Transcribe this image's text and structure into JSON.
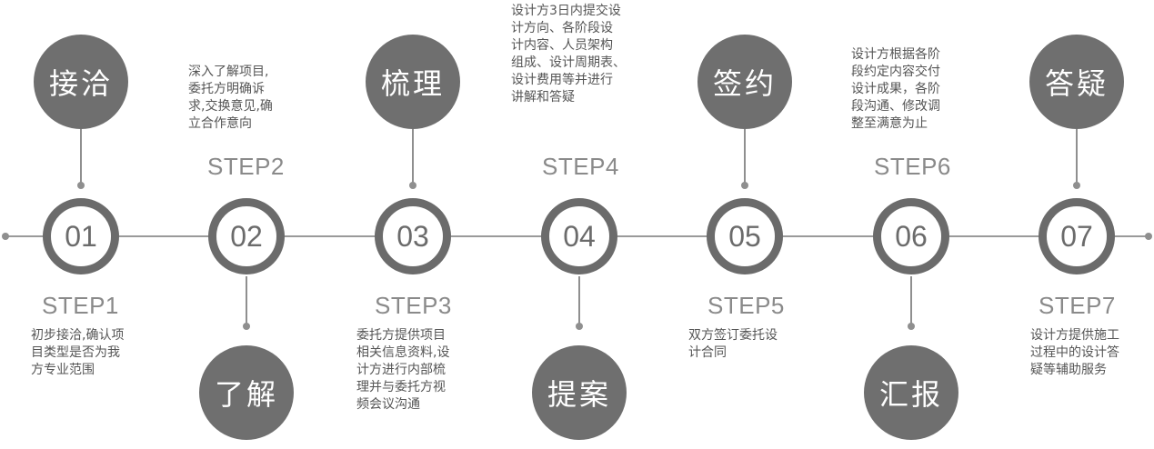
{
  "steps": [
    {
      "number": "01",
      "step": "STEP1",
      "title": "接洽",
      "description": "初步接洽,确认项\n目类型是否为我\n方专业范围"
    },
    {
      "number": "02",
      "step": "STEP2",
      "title": "了解",
      "description": "深入了解项目,\n委托方明确诉\n求,交换意见,确\n立合作意向"
    },
    {
      "number": "03",
      "step": "STEP3",
      "title": "梳理",
      "description": "委托方提供项目\n相关信息资料,设\n计方进行内部梳\n理并与委托方视\n频会议沟通"
    },
    {
      "number": "04",
      "step": "STEP4",
      "title": "提案",
      "description": "设计方3日内提交设\n计方向、各阶段设\n计内容、人员架构\n组成、设计周期表、\n设计费用等并进行\n讲解和答疑"
    },
    {
      "number": "05",
      "step": "STEP5",
      "title": "签约",
      "description": "双方签订委托设\n计合同"
    },
    {
      "number": "06",
      "step": "STEP6",
      "title": "汇报",
      "description": "设计方根据各阶\n段约定内容交付\n设计成果，各阶\n段沟通、修改调\n整至满意为止"
    },
    {
      "number": "07",
      "step": "STEP7",
      "title": "答疑",
      "description": "设计方提供施工\n过程中的设计答\n疑等辅助服务"
    }
  ]
}
